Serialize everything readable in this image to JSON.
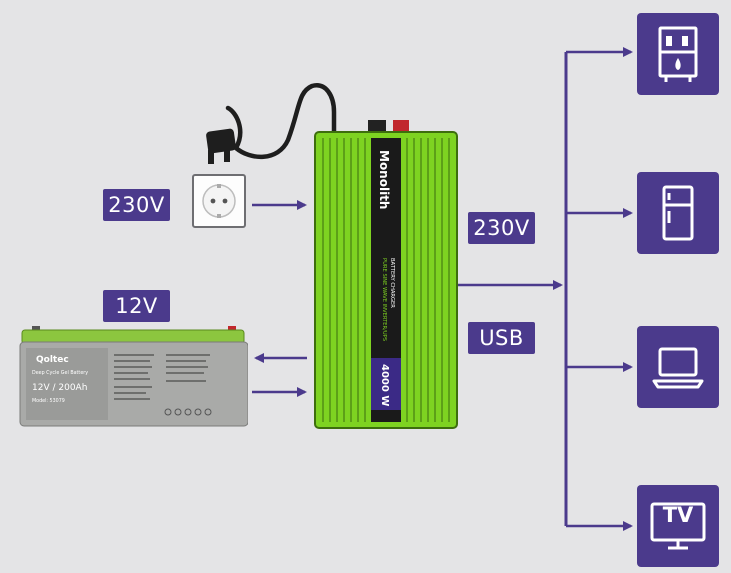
{
  "labels": {
    "input_ac": "230V",
    "battery_voltage": "12V",
    "output_ac": "230V",
    "output_usb": "USB"
  },
  "inverter": {
    "brand": "Monolith",
    "model_line": "PURE SINE WAVE INVERTER/UPS",
    "sub_line": "BATTERY CHARGER",
    "power": "4000 W"
  },
  "battery": {
    "brand": "Qoltec",
    "type": "Deep Cycle Gel Battery",
    "rating": "12V / 200Ah",
    "model": "Model: 53079"
  },
  "devices": [
    {
      "name": "boiler",
      "icon": "boiler-icon"
    },
    {
      "name": "fridge",
      "icon": "fridge-icon"
    },
    {
      "name": "laptop",
      "icon": "laptop-icon"
    },
    {
      "name": "tv",
      "icon": "tv-icon",
      "text": "TV"
    }
  ],
  "colors": {
    "background": "#e4e4e6",
    "accent": "#4b3a8c",
    "inverter_green": "#7ed321",
    "battery_gray": "#a9aaa8",
    "battery_lid": "#8cc63f"
  }
}
